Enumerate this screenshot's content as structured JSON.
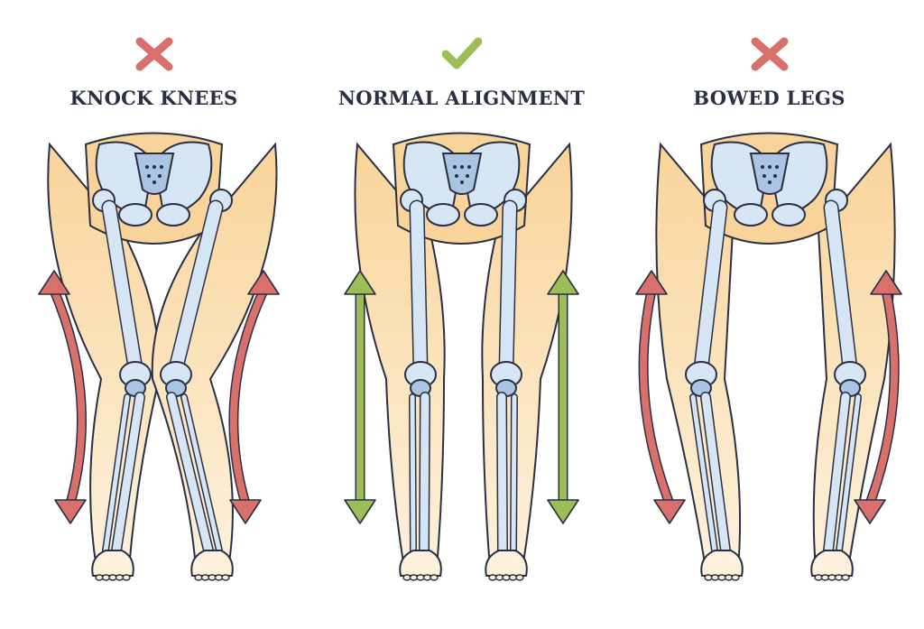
{
  "colors": {
    "background": "#ffffff",
    "outline": "#2b2f44",
    "skin": "#f9d49a",
    "skin_light": "#fdf1dc",
    "bone": "#d6e6f4",
    "bone_shade": "#a9c5e2",
    "bad": "#d9706c",
    "good": "#9dbd57"
  },
  "panels": [
    {
      "title": "KNOCK KNEES",
      "status_icon": "cross-icon",
      "status": "incorrect",
      "variant": "knock",
      "arrow_color": "#d9706c"
    },
    {
      "title": "NORMAL ALIGNMENT",
      "status_icon": "check-icon",
      "status": "correct",
      "variant": "normal",
      "arrow_color": "#9dbd57"
    },
    {
      "title": "BOWED LEGS",
      "status_icon": "cross-icon",
      "status": "incorrect",
      "variant": "bowed",
      "arrow_color": "#d9706c"
    }
  ]
}
